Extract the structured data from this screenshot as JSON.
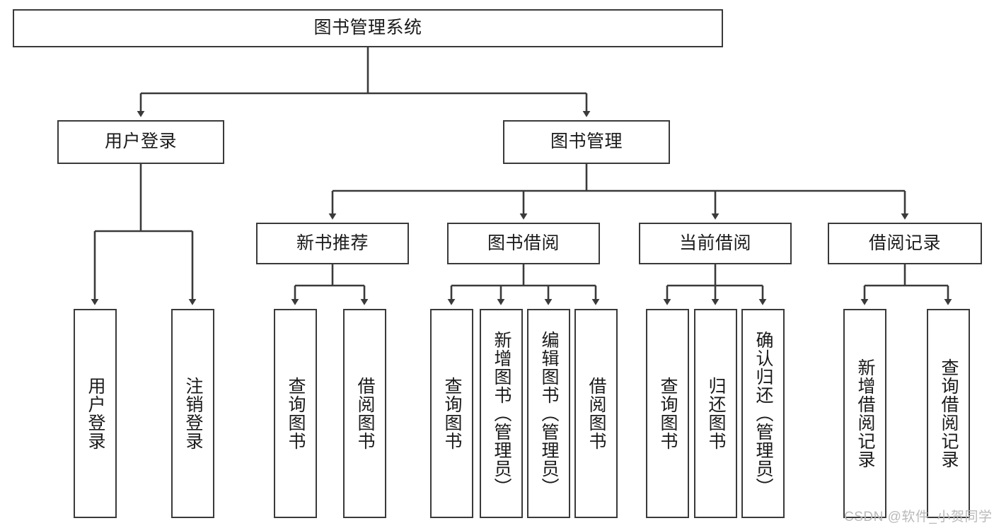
{
  "diagram": {
    "title": "图书管理系统",
    "type": "tree-hierarchy",
    "root": {
      "label": "图书管理系统"
    },
    "level2": [
      {
        "label": "用户登录"
      },
      {
        "label": "图书管理"
      }
    ],
    "level3": [
      {
        "label": "新书推荐"
      },
      {
        "label": "图书借阅"
      },
      {
        "label": "当前借阅"
      },
      {
        "label": "借阅记录"
      }
    ],
    "leaves": [
      {
        "label": "用户登录"
      },
      {
        "label": "注销登录"
      },
      {
        "label": "查询图书"
      },
      {
        "label": "借阅图书"
      },
      {
        "label": "查询图书"
      },
      {
        "label": "新增图书（管理员）"
      },
      {
        "label": "编辑图书（管理员）"
      },
      {
        "label": "借阅图书"
      },
      {
        "label": "查询图书"
      },
      {
        "label": "归还图书"
      },
      {
        "label": "确认归还（管理员）"
      },
      {
        "label": "新增借阅记录"
      },
      {
        "label": "查询借阅记录"
      }
    ],
    "colors": {
      "stroke": "#3a3a3a",
      "fill": "#ffffff",
      "text": "#1a1a1a",
      "watermark": "#b9b9b9"
    }
  },
  "watermark": {
    "text": "CSDN @软件_小贺同学"
  }
}
